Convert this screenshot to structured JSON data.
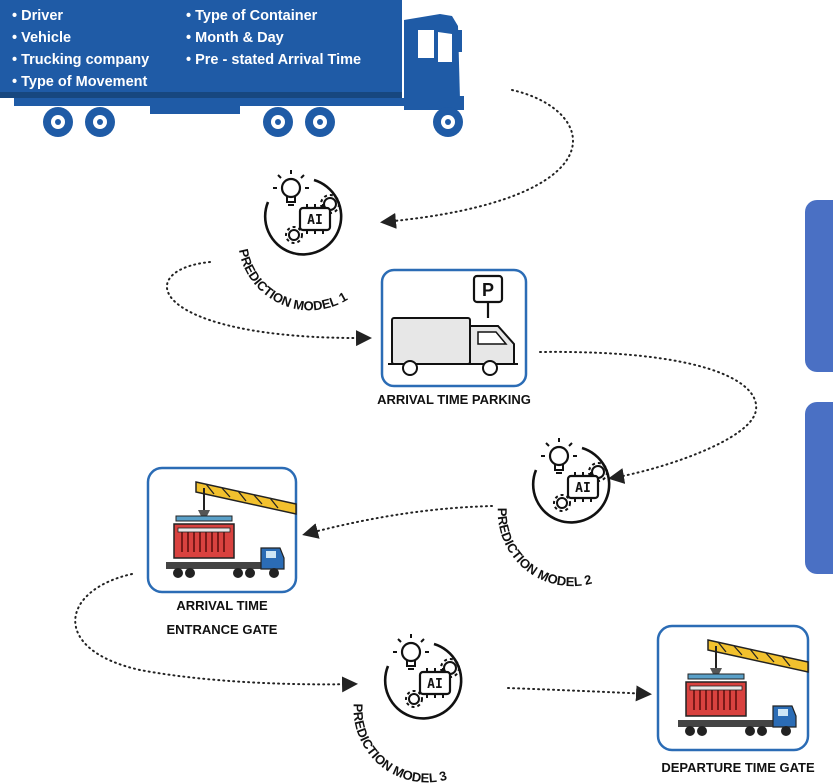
{
  "truck_attributes": {
    "left": [
      "Driver",
      "Vehicle",
      "Trucking company",
      "Type of Movement"
    ],
    "right": [
      "Type of Container",
      "Month & Day",
      "Pre - stated Arrival Time"
    ]
  },
  "models": [
    {
      "label": "PREDICTION MODEL 1",
      "ai": "AI"
    },
    {
      "label": "PREDICTION MODEL 2",
      "ai": "AI"
    },
    {
      "label": "PREDICTION MODEL 3",
      "ai": "AI"
    }
  ],
  "steps": {
    "parking": {
      "label": "ARRIVAL TIME PARKING",
      "sign": "P"
    },
    "entrance": {
      "line1": "ARRIVAL TIME",
      "line2": "ENTRANCE GATE"
    },
    "departure": {
      "label": "DEPARTURE TIME GATE"
    }
  },
  "colors": {
    "truck_blue": "#1f5ba6",
    "panel_blue": "#4a70c4",
    "card_border": "#2b6cb5",
    "container_red": "#d9423f",
    "crane_yellow": "#f2c12e"
  }
}
